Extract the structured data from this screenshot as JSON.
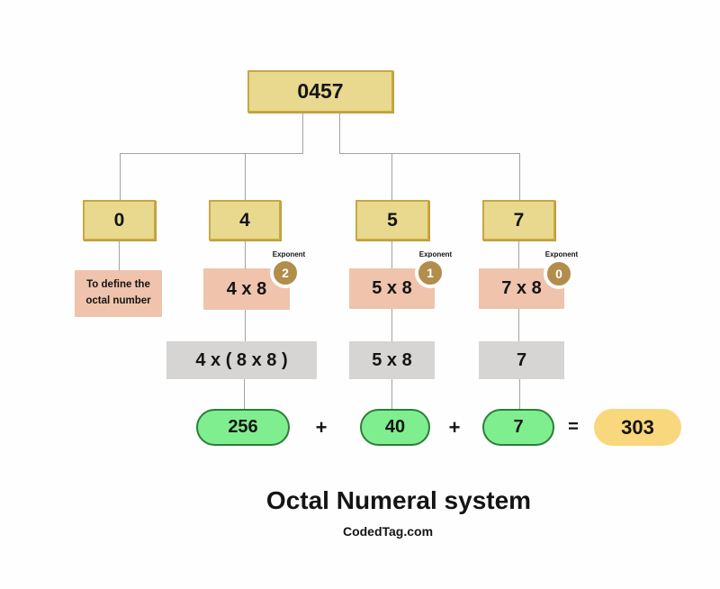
{
  "title": "Octal Numeral system",
  "source": "CodedTag.com",
  "root": {
    "value": "0457"
  },
  "digit_boxes": [
    {
      "value": "0"
    },
    {
      "value": "4"
    },
    {
      "value": "5"
    },
    {
      "value": "7"
    }
  ],
  "note": {
    "line1": "To define the",
    "line2": "octal number"
  },
  "columns": [
    {
      "exponent_label": "Exponent",
      "exponent": "2",
      "expression": "4 x 8",
      "expanded": "4 x ( 8 x 8 )",
      "result": "256"
    },
    {
      "exponent_label": "Exponent",
      "exponent": "1",
      "expression": "5 x 8",
      "expanded": "5 x 8",
      "result": "40"
    },
    {
      "exponent_label": "Exponent",
      "exponent": "0",
      "expression": "7 x 8",
      "expanded": "7",
      "result": "7"
    }
  ],
  "operators": {
    "plus": "+",
    "equals": "="
  },
  "total": {
    "value": "303"
  },
  "colors": {
    "box_fill": "#e9d98e",
    "box_border": "#c6a843",
    "pink": "#efc3ac",
    "badge_gold": "#b28d4b",
    "gray": "#d6d5d3",
    "green_fill": "#7fee8f",
    "green_border": "#2c7e38",
    "orange": "#f9d77c",
    "connector_line": "#a3a3a3"
  }
}
